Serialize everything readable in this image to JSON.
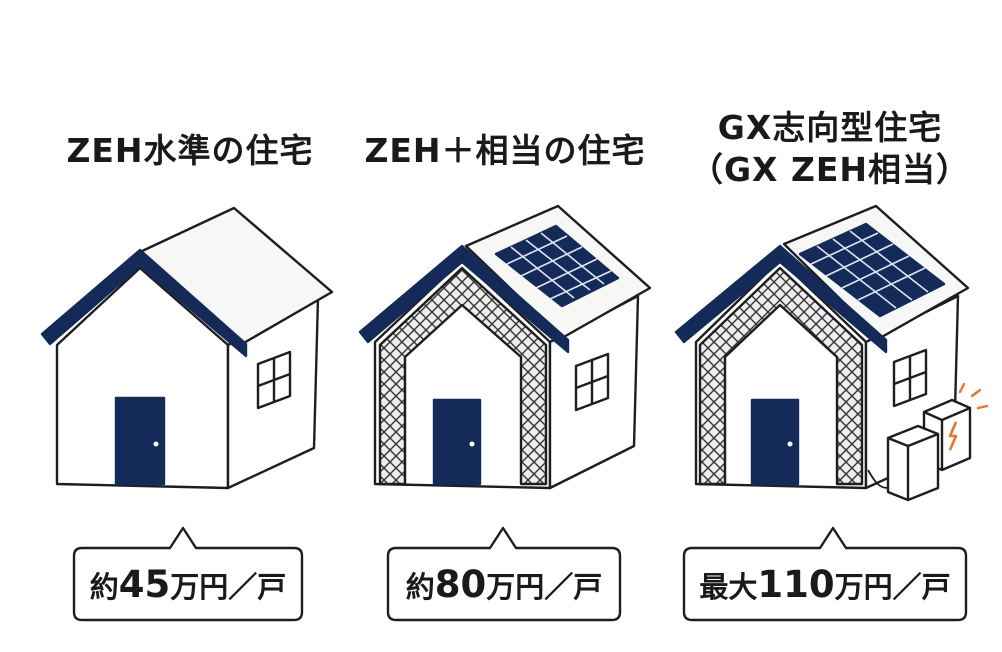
{
  "colors": {
    "navy": "#142a59",
    "outline": "#1e1e1e",
    "paper": "#ffffff",
    "roof_white": "#f7f7f5",
    "insulation": "#ededed",
    "accent_orange": "#e8742c"
  },
  "columns": [
    {
      "title_lines": [
        "ZEH水準の住宅"
      ],
      "price": {
        "prefix": "約",
        "number": "45",
        "suffix": "万円／戸"
      },
      "features": {
        "solar_panels": false,
        "insulation": false,
        "battery": false
      },
      "icons": [
        "house-icon",
        "door-icon",
        "window-icon"
      ]
    },
    {
      "title_lines": [
        "ZEH＋相当の住宅"
      ],
      "price": {
        "prefix": "約",
        "number": "80",
        "suffix": "万円／戸"
      },
      "features": {
        "solar_panels": true,
        "insulation": true,
        "battery": false
      },
      "icons": [
        "house-icon",
        "solar-panel-icon",
        "insulation-icon",
        "door-icon",
        "window-icon"
      ]
    },
    {
      "title_lines": [
        "GX志向型住宅",
        "（GX ZEH相当）"
      ],
      "price": {
        "prefix": "最大",
        "number": "110",
        "suffix": "万円／戸"
      },
      "features": {
        "solar_panels": true,
        "insulation": true,
        "battery": true
      },
      "icons": [
        "house-icon",
        "solar-panel-icon",
        "insulation-icon",
        "door-icon",
        "window-icon",
        "battery-icon",
        "lightning-icon"
      ]
    }
  ]
}
